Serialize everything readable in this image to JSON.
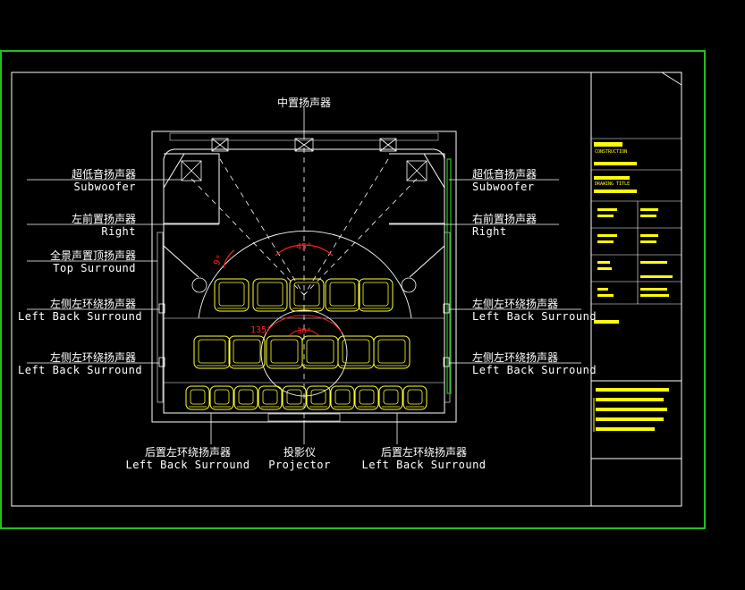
{
  "drawing": {
    "colors": {
      "background": "#000000",
      "border_green": "#22c020",
      "linework": "#ffffff",
      "seats": "#ffff33",
      "angles": "#ff2020",
      "titleblock_fill": "#ffff00"
    },
    "center_speaker": "中置扬声器",
    "left_labels": [
      {
        "cn": "超低音扬声器",
        "en": "Subwoofer"
      },
      {
        "cn": "左前置扬声器",
        "en": "Right"
      },
      {
        "cn": "全景声置顶扬声器",
        "en": "Top Surround"
      },
      {
        "cn": "左侧左环绕扬声器",
        "en": "Left Back Surround"
      },
      {
        "cn": "左侧左环绕扬声器",
        "en": "Left Back Surround"
      }
    ],
    "right_labels": [
      {
        "cn": "超低音扬声器",
        "en": "Subwoofer"
      },
      {
        "cn": "右前置扬声器",
        "en": "Right"
      },
      {
        "cn": "左侧左环绕扬声器",
        "en": "Left Back Surround"
      },
      {
        "cn": "左侧左环绕扬声器",
        "en": "Left Back Surround"
      }
    ],
    "bottom_labels": [
      {
        "cn": "后置左环绕扬声器",
        "en": "Left Back Surround"
      },
      {
        "cn": "投影仪",
        "en": "Projector"
      },
      {
        "cn": "后置左环绕扬声器",
        "en": "Left Back Surround"
      }
    ],
    "angles": {
      "a1": "9°",
      "a2": "45°",
      "a3": "135°",
      "a4": "30°"
    },
    "title_block": {
      "header": "CONSTRUCTION",
      "drawing_title": "DRAWING TITLE"
    }
  }
}
